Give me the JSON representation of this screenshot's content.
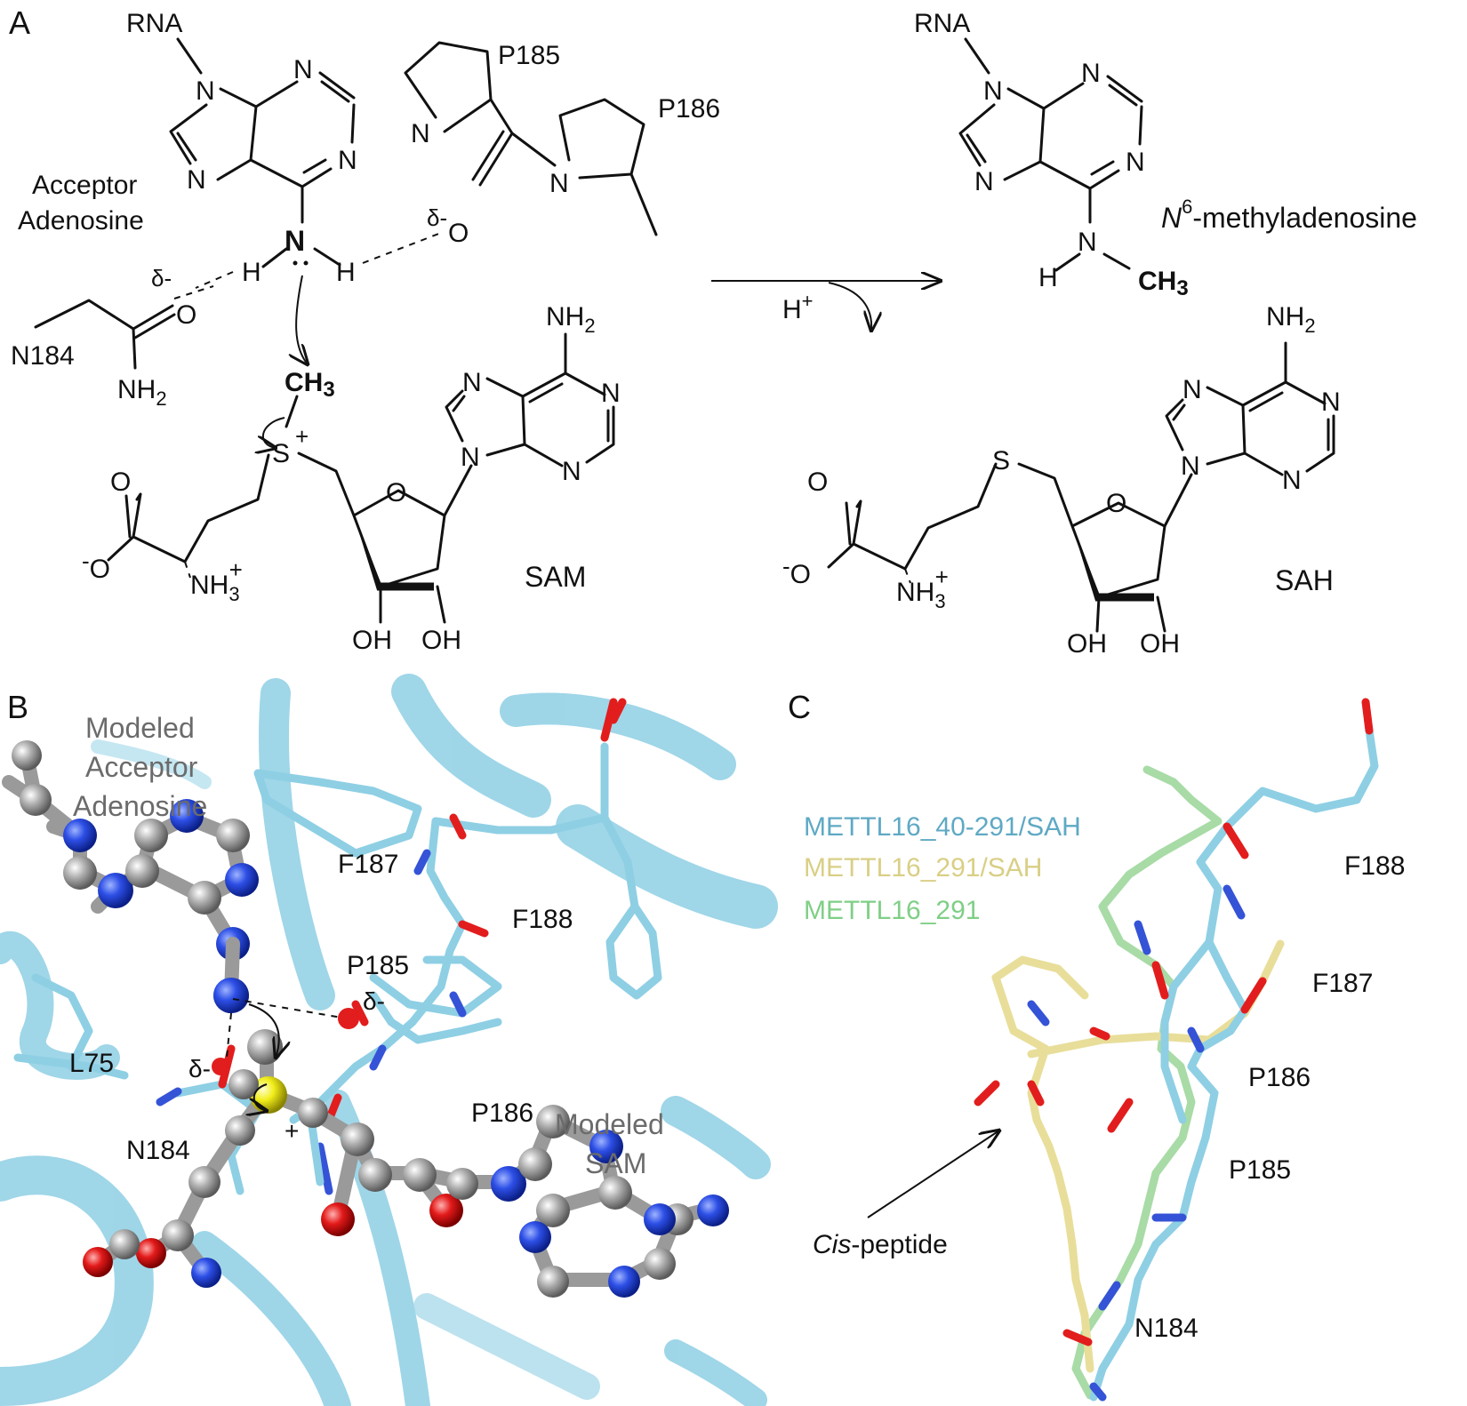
{
  "panel_a": {
    "letter": "A",
    "rna": "RNA",
    "acceptor_1": "Acceptor",
    "acceptor_2": "Adenosine",
    "p185": "P185",
    "p186": "P186",
    "n184": "N184",
    "delta1": "δ-",
    "delta2": "δ-",
    "atom_n": "N",
    "atom_h": "H",
    "atom_o": "O",
    "atom_s": "S",
    "oh": "OH",
    "ch3": "CH",
    "sub3": "3",
    "sub2": "2",
    "nh": "NH",
    "plus": "+",
    "minus": "-",
    "sam": "SAM",
    "sah": "SAH",
    "hplus": "H",
    "product_n": "N",
    "product_sup": "6",
    "product_rest": "-methyladenosine"
  },
  "panel_b": {
    "letter": "B",
    "modeled_acceptor_1": "Modeled",
    "modeled_acceptor_2": "Acceptor",
    "modeled_acceptor_3": "Adenosine",
    "f187": "F187",
    "f188": "F188",
    "p185": "P185",
    "p186": "P186",
    "l75": "L75",
    "n184": "N184",
    "delta1": "δ-",
    "delta2": "δ-",
    "plus": "+",
    "modeled_sam_1": "Modeled",
    "modeled_sam_2": "SAM"
  },
  "panel_c": {
    "letter": "C",
    "legend": [
      {
        "label": "METTL16_40-291/SAH",
        "color": "#5fa9c4"
      },
      {
        "label": "METTL16_291/SAH",
        "color": "#d9cf86"
      },
      {
        "label": "METTL16_291",
        "color": "#7fcf86"
      }
    ],
    "f188": "F188",
    "f187": "F187",
    "p186": "P186",
    "p185": "P185",
    "n184": "N184",
    "cis_italic": "Cis",
    "cis_rest": "-peptide"
  }
}
